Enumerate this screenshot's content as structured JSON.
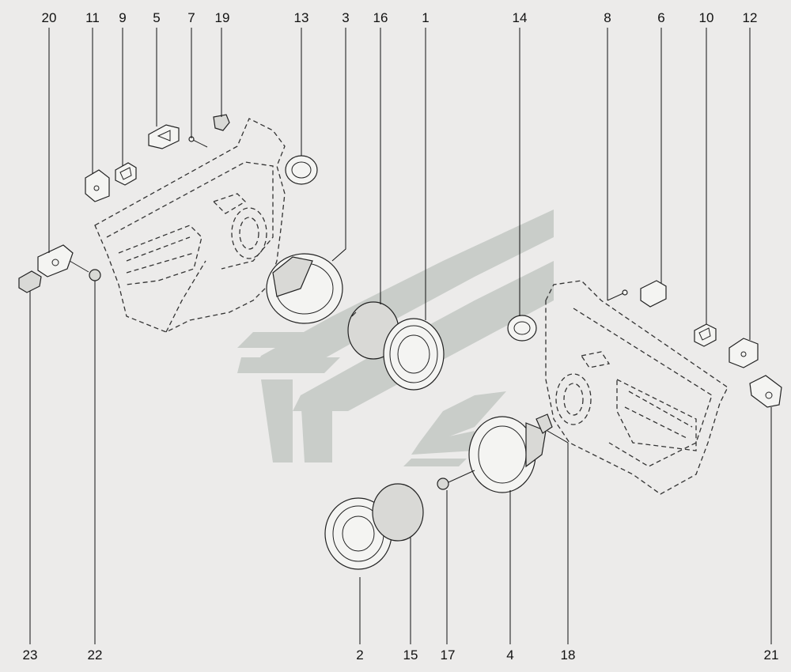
{
  "diagram": {
    "labels_top": [
      "20",
      "11",
      "9",
      "5",
      "7",
      "19",
      "13",
      "3",
      "16",
      "1",
      "14",
      "8",
      "6",
      "10",
      "12"
    ],
    "labels_bottom": [
      "23",
      "22",
      "2",
      "15",
      "17",
      "4",
      "18",
      "21"
    ],
    "colors": {
      "background": "#ecebea",
      "line": "#222222",
      "watermark": "#c9cdc9"
    }
  }
}
